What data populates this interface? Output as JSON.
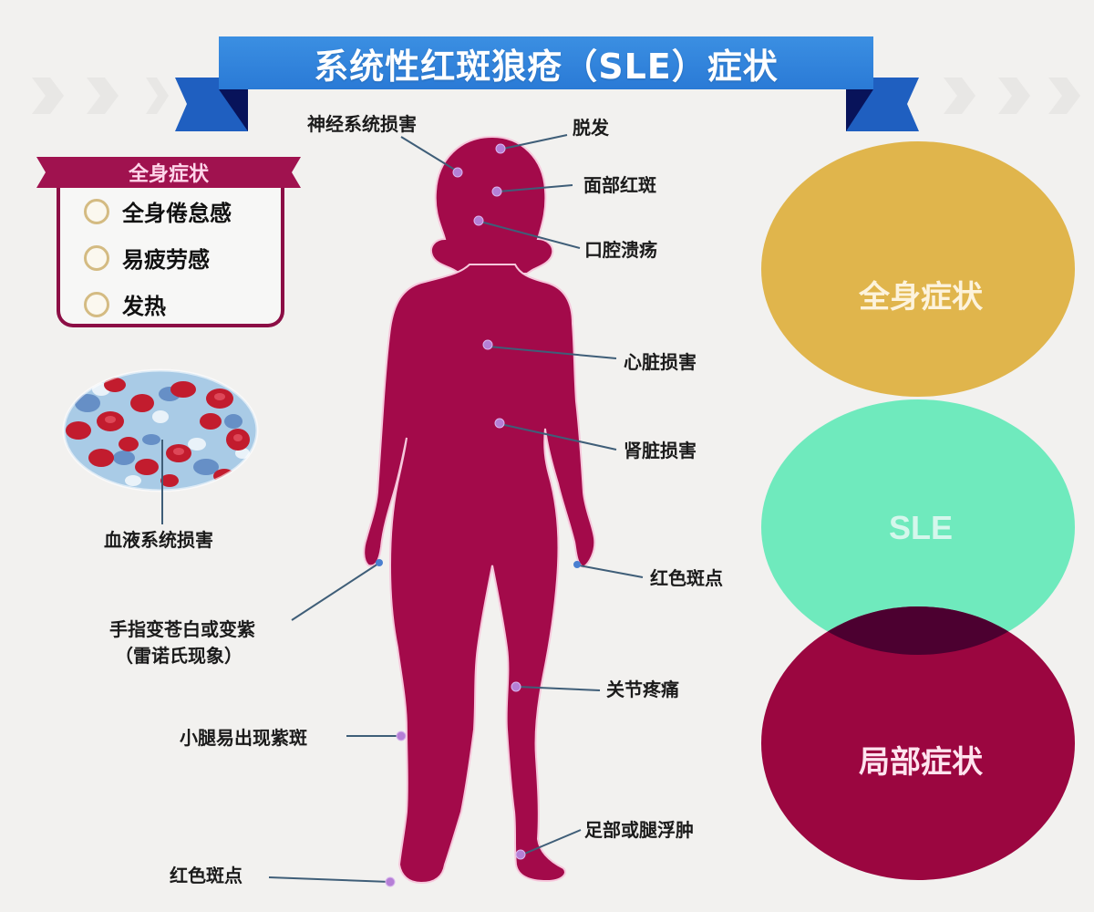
{
  "title": "系统性红斑狼疮（SLE）症状",
  "colors": {
    "banner_blue": "#2f83dc",
    "banner_dark_blue": "#1f5fc0",
    "banner_navy": "#08135a",
    "body_crimson": "#a30a4a",
    "box_border": "#8c0e45",
    "ribbon": "#a0124f",
    "circle_outline": "#d4bb82",
    "venn_yellow": "#e0b54c",
    "venn_green": "#6feabd",
    "venn_crimson": "#9b0640",
    "leader_line": "#3f5e78"
  },
  "systemic_box": {
    "heading": "全身症状",
    "items": [
      {
        "label": "全身倦怠感"
      },
      {
        "label": "易疲劳感"
      },
      {
        "label": "发热"
      }
    ]
  },
  "blood_image": {
    "label": "血液系统损害"
  },
  "body_labels": {
    "nervous_system": "神经系统损害",
    "hair_loss": "脱发",
    "facial_rash": "面部红斑",
    "oral_ulcer": "口腔溃疡",
    "heart": "心脏损害",
    "kidney": "肾脏损害",
    "red_spots_hand": "红色斑点",
    "raynaud_line1": "手指变苍白或变紫",
    "raynaud_line2": "（雷诺氏现象）",
    "calf_purpura": "小腿易出现紫斑",
    "joint_pain": "关节疼痛",
    "foot_edema": "足部或腿浮肿",
    "red_spots_foot": "红色斑点"
  },
  "venn": {
    "top": "全身症状",
    "middle": "SLE",
    "bottom": "局部症状"
  }
}
